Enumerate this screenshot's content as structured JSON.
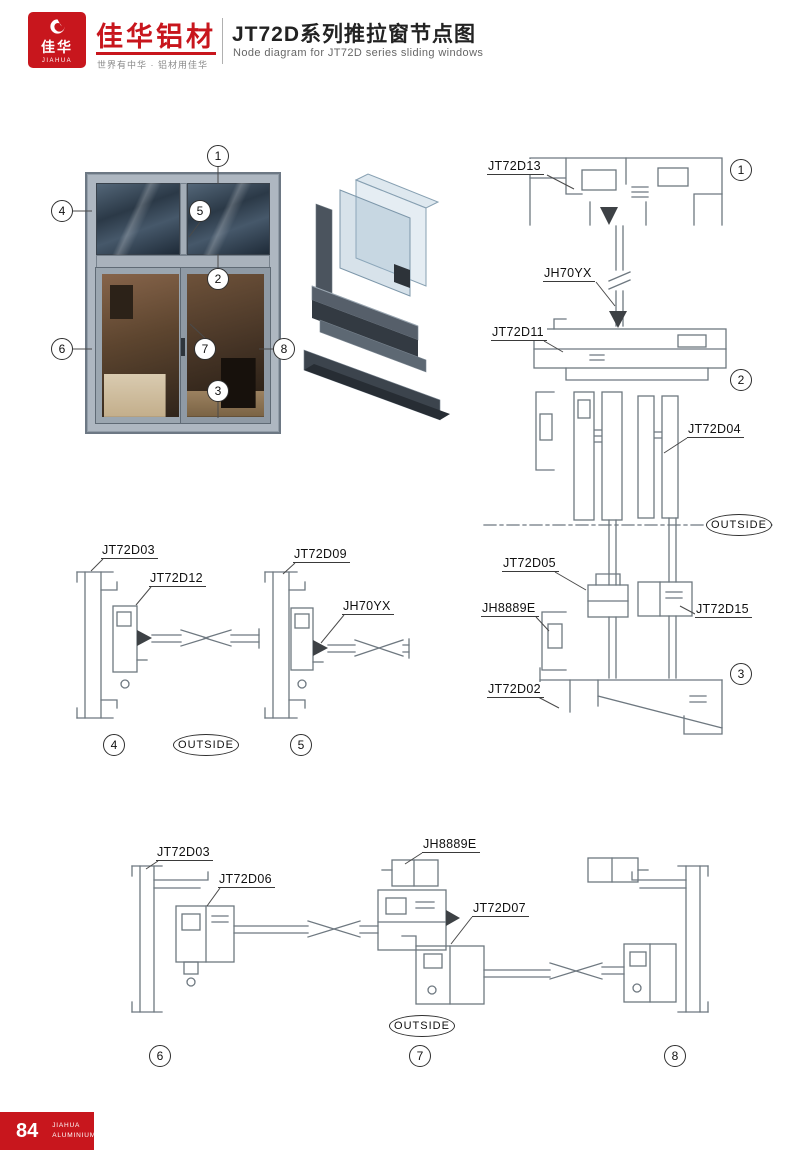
{
  "header": {
    "logo_mark": "佳华",
    "logo_sub": "JIAHUA",
    "brand_title": "佳华铝材",
    "brand_slogan": "世界有中华 · 铝材用佳华",
    "title_cn": "JT72D系列推拉窗节点图",
    "title_en": "Node diagram for JT72D series sliding windows"
  },
  "colors": {
    "accent_red": "#c8161d",
    "drawing_line": "#6e7880"
  },
  "window": {
    "callouts": [
      "1",
      "4",
      "5",
      "2",
      "6",
      "7",
      "8",
      "3"
    ]
  },
  "diagrams": {
    "vertical": {
      "labels": [
        "JT72D13",
        "JH70YX",
        "JT72D11",
        "JT72D04",
        "JT72D05",
        "JH8889E",
        "JT72D15",
        "JT72D02"
      ],
      "callouts": [
        "1",
        "2",
        "3"
      ],
      "outside_label": "OUTSIDE"
    },
    "mid": {
      "labels": [
        "JT72D03",
        "JT72D12",
        "JT72D09",
        "JH70YX"
      ],
      "callouts": [
        "4",
        "5"
      ],
      "outside_label": "OUTSIDE"
    },
    "bottom": {
      "labels": [
        "JT72D03",
        "JT72D06",
        "JH8889E",
        "JT72D07"
      ],
      "callouts": [
        "6",
        "7",
        "8"
      ],
      "outside_label": "OUTSIDE"
    }
  },
  "footer": {
    "page_number": "84",
    "brand_line1": "JIAHUA",
    "brand_line2": "ALUMINIUM"
  }
}
